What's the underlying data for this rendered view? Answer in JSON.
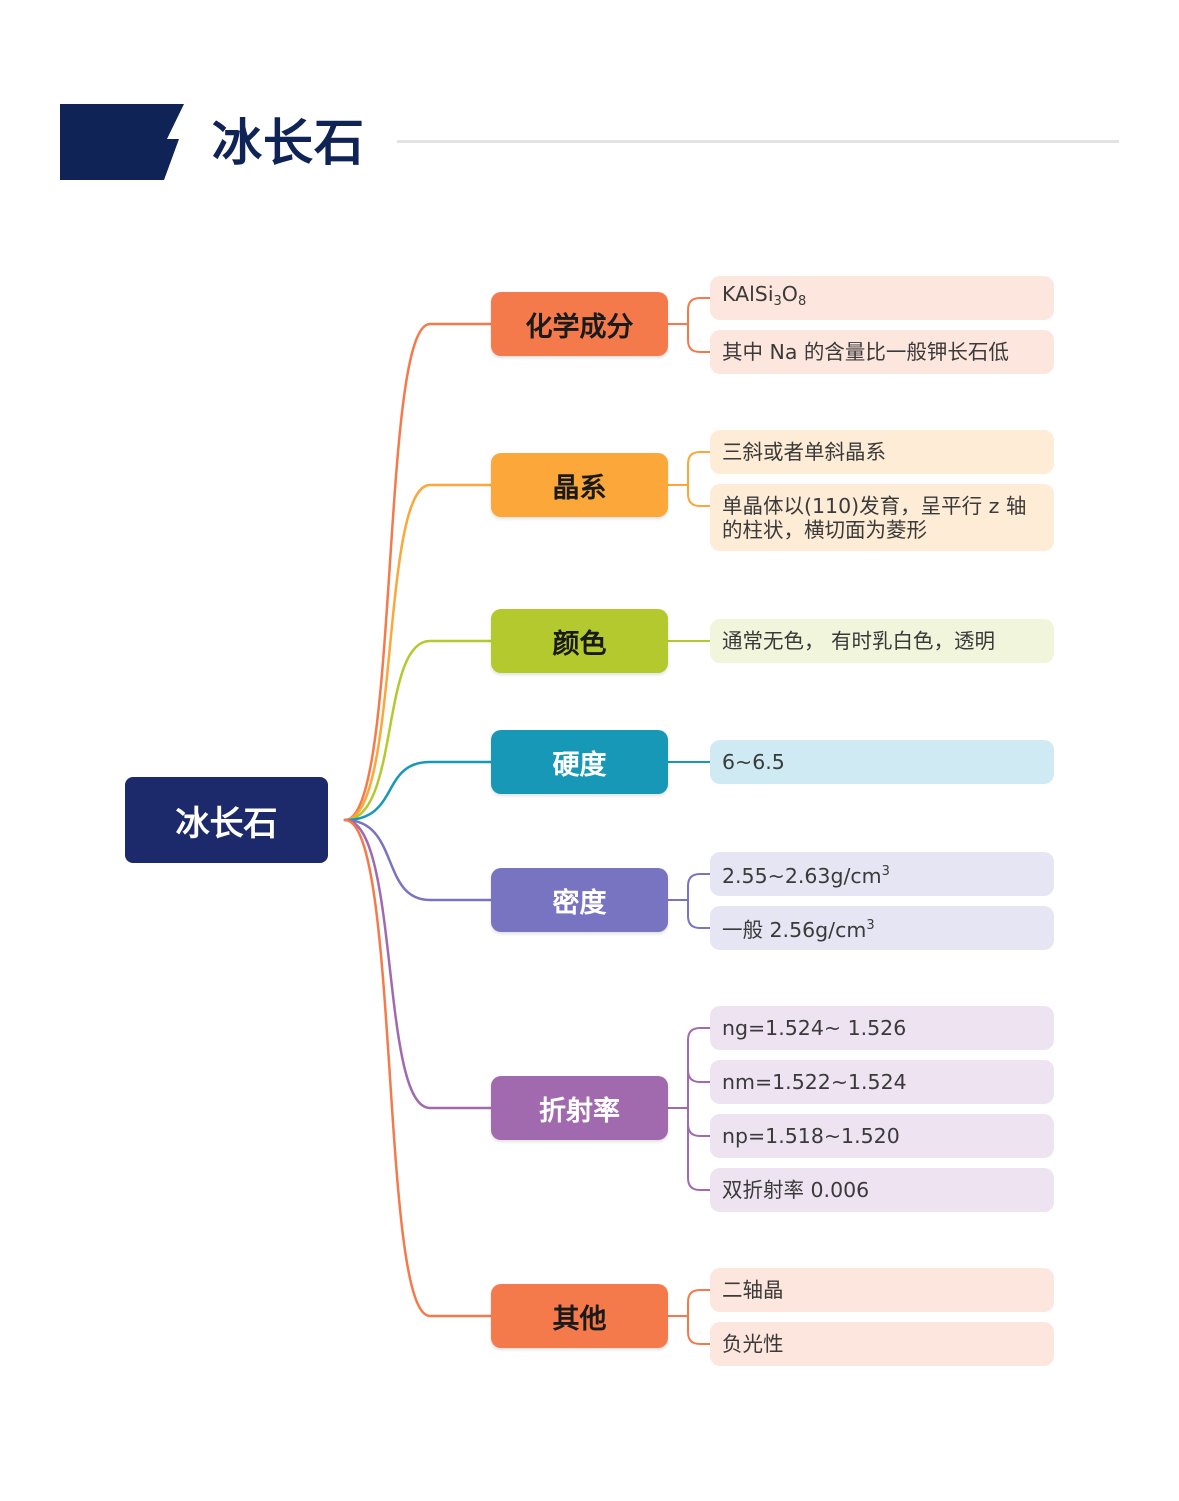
{
  "header": {
    "title": "冰长石",
    "accent_color": "#0f2356",
    "rule_color": "#e3e3e3"
  },
  "root": {
    "label": "冰长石",
    "color": "#1c2a6b"
  },
  "branches": [
    {
      "label": "化学成分",
      "color": "#f47a4c",
      "text_color": "#1a1a1a",
      "leaf_bg": "#fde6dd",
      "leaves": [
        {
          "parts": [
            [
              "KAlSi",
              ""
            ],
            [
              "3",
              "sub"
            ],
            [
              "O",
              ""
            ],
            [
              "8",
              "sub"
            ]
          ]
        },
        {
          "parts": [
            [
              "其中 Na 的含量比一般钾长石低",
              ""
            ]
          ]
        }
      ]
    },
    {
      "label": "晶系",
      "color": "#fba73a",
      "text_color": "#1a1a1a",
      "leaf_bg": "#feecd6",
      "leaves": [
        {
          "parts": [
            [
              "三斜或者单斜晶系",
              ""
            ]
          ]
        },
        {
          "parts": [
            [
              "单晶体以(110)发育，呈平行 z 轴的柱状，横切面为菱形",
              ""
            ]
          ]
        }
      ]
    },
    {
      "label": "颜色",
      "color": "#b3c92e",
      "text_color": "#1a1a1a",
      "leaf_bg": "#f0f5dc",
      "leaves": [
        {
          "parts": [
            [
              "通常无色， 有时乳白色，透明",
              ""
            ]
          ]
        }
      ]
    },
    {
      "label": "硬度",
      "color": "#1698b6",
      "text_color": "#ffffff",
      "leaf_bg": "#cfeaf3",
      "leaves": [
        {
          "parts": [
            [
              "6~6.5",
              ""
            ]
          ]
        }
      ]
    },
    {
      "label": "密度",
      "color": "#7874c1",
      "text_color": "#ffffff",
      "leaf_bg": "#e6e5f4",
      "leaves": [
        {
          "parts": [
            [
              "2.55~2.63g/cm",
              ""
            ],
            [
              "3",
              "sup"
            ]
          ]
        },
        {
          "parts": [
            [
              "一般 2.56g/cm",
              ""
            ],
            [
              "3",
              "sup"
            ]
          ]
        }
      ]
    },
    {
      "label": "折射率",
      "color": "#a16aae",
      "text_color": "#ffffff",
      "leaf_bg": "#eee3f1",
      "leaves": [
        {
          "parts": [
            [
              "ng=1.524~ 1.526",
              ""
            ]
          ]
        },
        {
          "parts": [
            [
              "nm=1.522~1.524",
              ""
            ]
          ]
        },
        {
          "parts": [
            [
              "np=1.518~1.520",
              ""
            ]
          ]
        },
        {
          "parts": [
            [
              "双折射率 0.006",
              ""
            ]
          ]
        }
      ]
    },
    {
      "label": "其他",
      "color": "#f47a4c",
      "text_color": "#1a1a1a",
      "leaf_bg": "#fde6dd",
      "leaves": [
        {
          "parts": [
            [
              "二轴晶",
              ""
            ]
          ]
        },
        {
          "parts": [
            [
              "负光性",
              ""
            ]
          ]
        }
      ]
    }
  ]
}
